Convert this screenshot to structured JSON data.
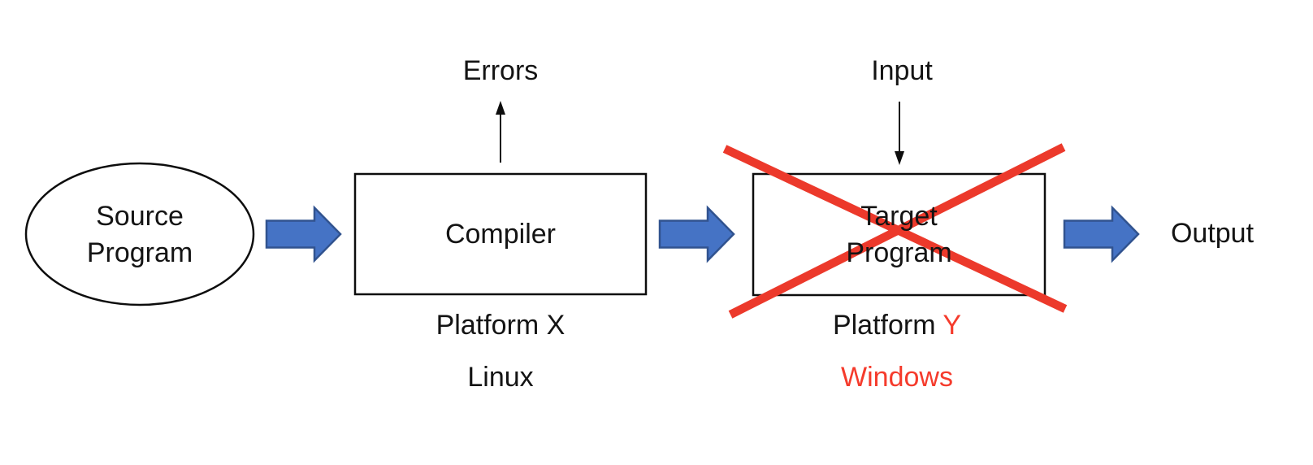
{
  "diagram": {
    "source_program": {
      "line1": "Source",
      "line2": "Program"
    },
    "errors_label": "Errors",
    "compiler": {
      "label": "Compiler"
    },
    "compiler_platform": {
      "prefix": "Platform ",
      "letter": "X",
      "os": "Linux"
    },
    "input_label": "Input",
    "target_program": {
      "line1": "Target",
      "line2": "Program"
    },
    "target_platform": {
      "prefix": "Platform ",
      "letter": "Y",
      "os": "Windows"
    },
    "output_label": "Output",
    "colors": {
      "arrow_fill": "#4573C5",
      "arrow_stroke": "#31538F",
      "cross_red": "#EC392B",
      "text_red": "#F53B2C",
      "ink": "#141414",
      "background": "#FFFFFF"
    }
  }
}
